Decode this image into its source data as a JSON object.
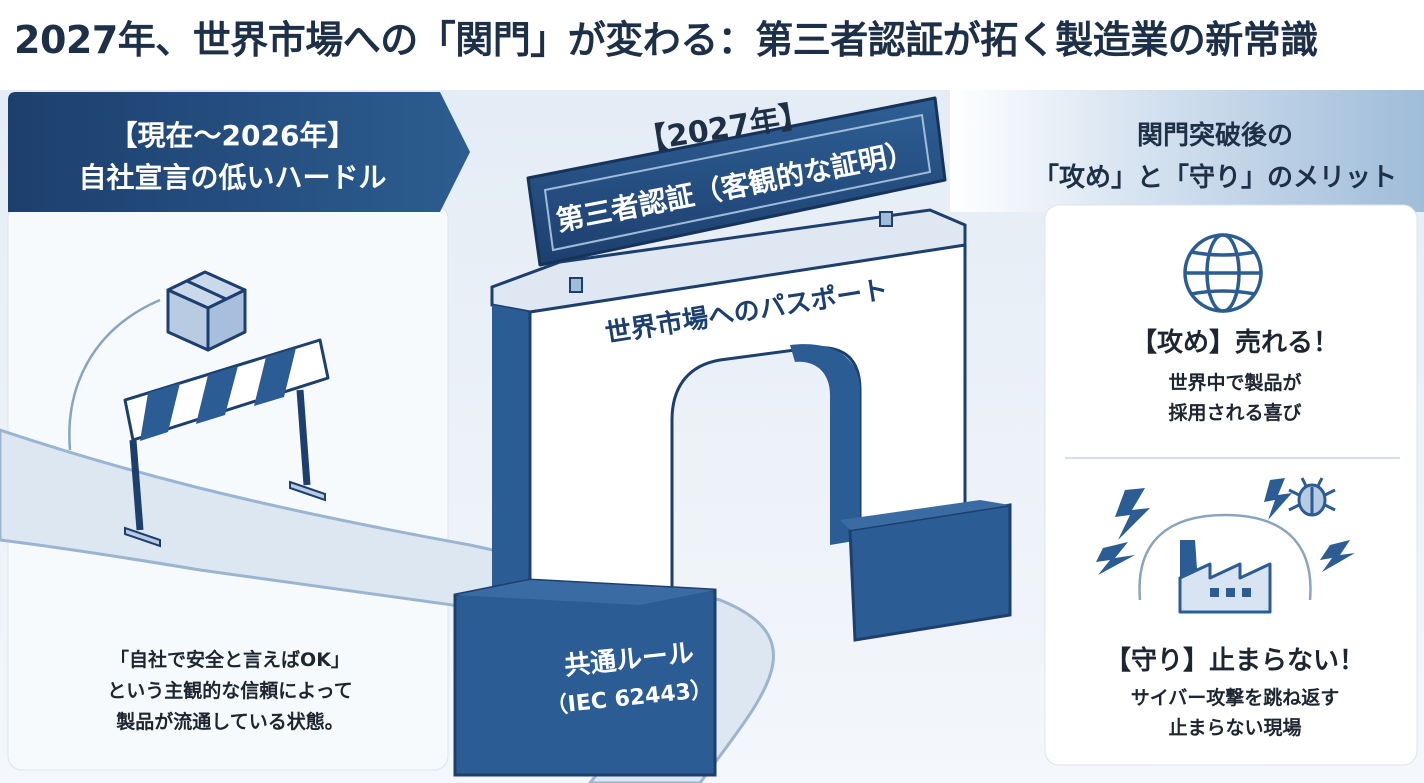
{
  "title": "2027年、世界市場への「関門」が変わる：第三者認証が拓く製造業の新常識",
  "left_panel": {
    "heading_line1": "【現在～2026年】",
    "heading_line2": "自社宣言の低いハードル",
    "desc_line1": "「自社で安全と言えばOK」",
    "desc_line2": "という主観的な信頼によって",
    "desc_line3": "製品が流通している状態。"
  },
  "center": {
    "year_label": "【2027年】",
    "sign_label": "第三者認証（客観的な証明）",
    "gate_label": "世界市場へのパスポート",
    "base_line1": "共通ルール",
    "base_line2": "（IEC 62443）"
  },
  "right_panel": {
    "heading_line1": "関門突破後の",
    "heading_line2": "「攻め」と「守り」のメリット",
    "attack_title": "【攻め】売れる！",
    "attack_desc_line1": "世界中で製品が",
    "attack_desc_line2": "採用される喜び",
    "defense_title": "【守り】止まらない！",
    "defense_desc_line1": "サイバー攻撃を跳ね返す",
    "defense_desc_line2": "止まらない現場"
  },
  "colors": {
    "navy": "#1d3f6e",
    "mid_blue": "#2f5f93",
    "light_blue": "#e8f0f8",
    "panel_bg": "#f2f6fa",
    "title_text": "#1d3047"
  },
  "icons": {
    "globe": "globe-icon",
    "box": "package-box-icon",
    "barrier": "barrier-icon",
    "factory": "factory-icon",
    "bug": "bug-icon",
    "lightning": "lightning-icon"
  }
}
